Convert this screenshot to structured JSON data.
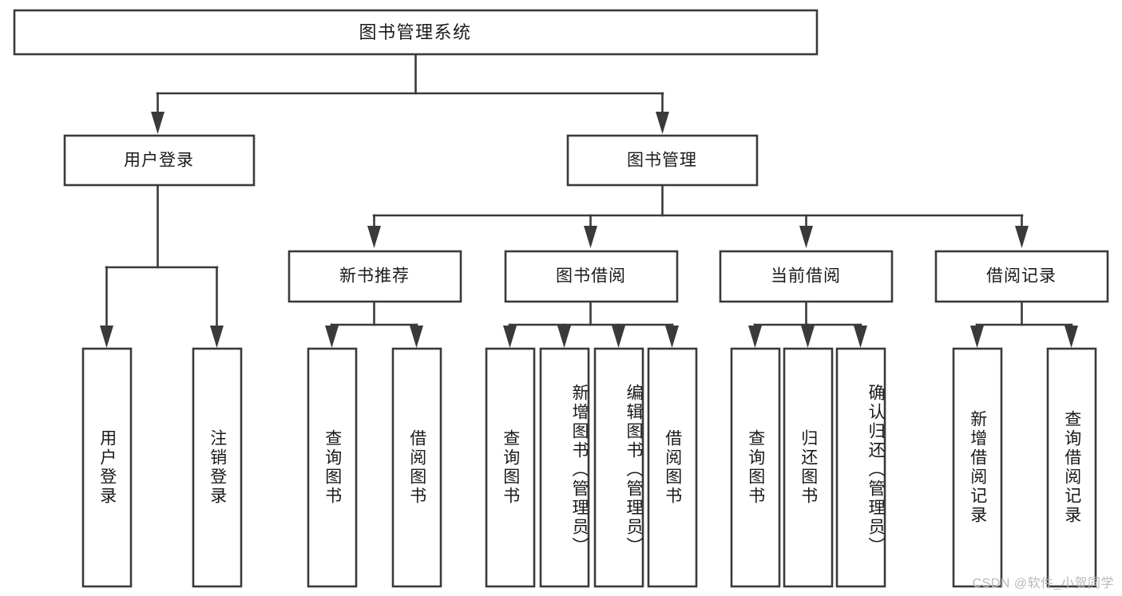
{
  "diagram": {
    "title": "图书管理系统",
    "type": "tree-hierarchy-chart",
    "root": {
      "label": "图书管理系统"
    },
    "level1": [
      {
        "label": "用户登录"
      },
      {
        "label": "图书管理"
      }
    ],
    "level2": [
      {
        "label": "新书推荐"
      },
      {
        "label": "图书借阅"
      },
      {
        "label": "当前借阅"
      },
      {
        "label": "借阅记录"
      }
    ],
    "leaves": {
      "user_login": [
        "用户登录",
        "注销登录"
      ],
      "new_book_recommend": [
        "查询图书",
        "借阅图书"
      ],
      "book_borrow": [
        "查询图书",
        "新增图书（管理员）",
        "编辑图书（管理员）",
        "借阅图书"
      ],
      "current_borrow": [
        "查询图书",
        "归还图书",
        "确认归还（管理员）"
      ],
      "borrow_record": [
        "新增借阅记录",
        "查询借阅记录"
      ]
    }
  },
  "watermark": {
    "text": "CSDN @软件_小贺同学"
  },
  "colors": {
    "stroke": "#3a3a3a",
    "fill": "#ffffff",
    "text": "#1a1a1a",
    "watermark": "#b9b9b9",
    "background": "#ffffff"
  }
}
